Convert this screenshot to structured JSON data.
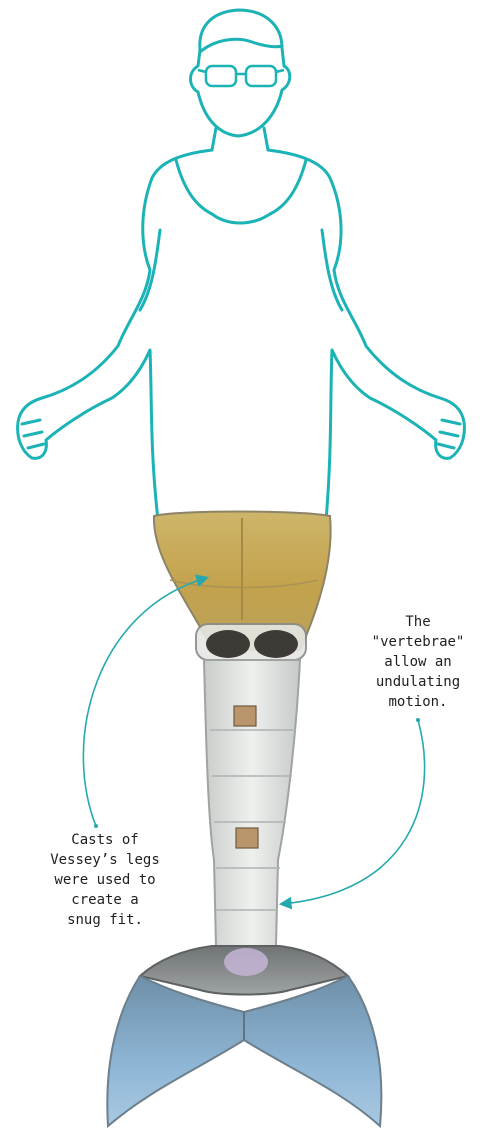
{
  "colors": {
    "outline": "#1bb3b5",
    "arrow": "#25a9ad",
    "text": "#1f1f1f",
    "tail_upper": "#c8b063",
    "tail_body": "#d9ddd9",
    "fluke": "#7fa8c9",
    "fluke_frame": "#7b7f80"
  },
  "figure": {
    "outline_icon": "person-outline-icon",
    "glasses_icon": "glasses-icon",
    "tail_image": "mermaid-tail-photo"
  },
  "annotations": {
    "vertebrae": {
      "lines": [
        "The",
        "\"vertebrae\"",
        "allow an",
        "undulating",
        "motion."
      ]
    },
    "casts": {
      "lines": [
        "Casts of",
        "Vessey’s legs",
        "were used to",
        "create a",
        "snug fit."
      ]
    }
  }
}
